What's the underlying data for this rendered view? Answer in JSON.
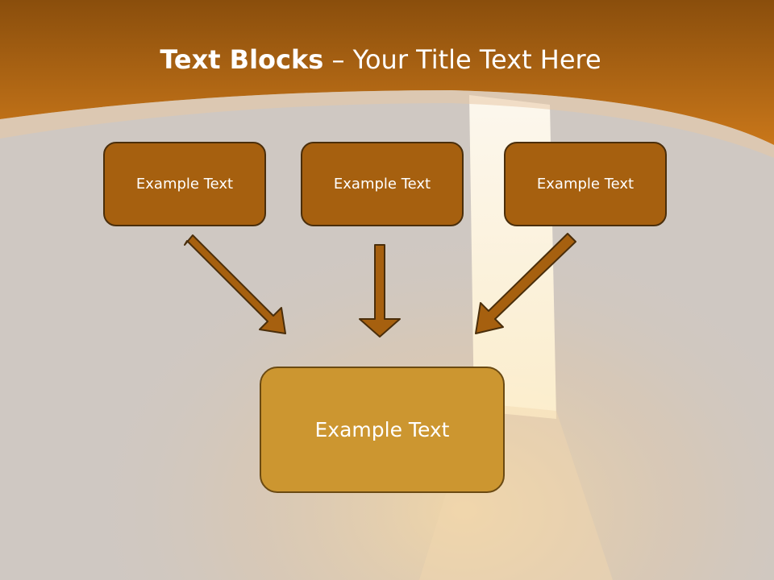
{
  "slide": {
    "title_bold": "Text Blocks",
    "title_separator": " – ",
    "title_rest": "Your Title Text Here"
  },
  "boxes": {
    "left": "Example Text",
    "middle": "Example Text",
    "right": "Example Text",
    "target": "Example Text"
  },
  "colors": {
    "header": "#b96a14",
    "background": "#cfc8c2",
    "small_box": "#a6600f",
    "big_box": "#cc9630",
    "arrow": "#a6600f"
  }
}
